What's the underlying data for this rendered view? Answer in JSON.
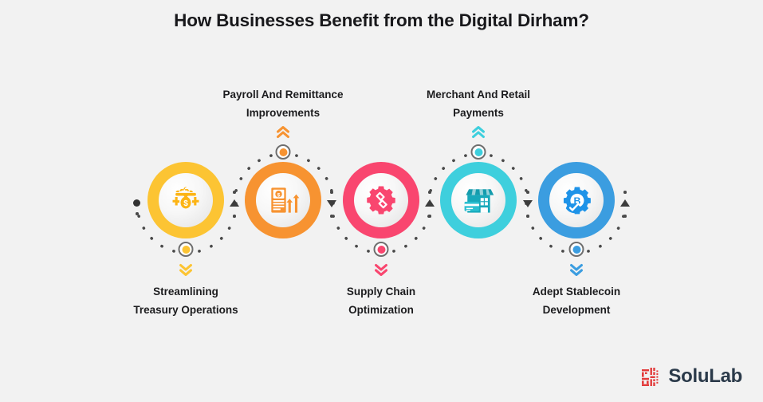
{
  "page": {
    "title": "How Businesses Benefit from the Digital Dirham?",
    "background_color": "#f2f2f2"
  },
  "nodes": [
    {
      "id": "streamlining-treasury-operations",
      "label_line1": "Streamlining",
      "label_line2": "Treasury Operations",
      "position": "bottom",
      "color": "#fcc433",
      "icon": "gear-money-bag-icon",
      "icon_alt": "gear with money bag dollar"
    },
    {
      "id": "payroll-and-remittance-improvements",
      "label_line1": "Payroll And Remittance",
      "label_line2": "Improvements",
      "position": "top",
      "color": "#f79331",
      "icon": "invoice-growth-arrows-icon",
      "icon_alt": "invoice document with dollar and rising arrows"
    },
    {
      "id": "supply-chain-optimization",
      "label_line1": "Supply Chain",
      "label_line2": "Optimization",
      "position": "bottom",
      "color": "#f9466f",
      "icon": "gear-chain-link-icon",
      "icon_alt": "gear with chain links"
    },
    {
      "id": "merchant-and-retail-payments",
      "label_line1": "Merchant And Retail",
      "label_line2": "Payments",
      "position": "top",
      "color": "#3ecfdd",
      "icon": "storefront-card-icon",
      "icon_alt": "shop storefront with credit card"
    },
    {
      "id": "adept-stablecoin-development",
      "label_line1": "Adept Stablecoin",
      "label_line2": "Development",
      "position": "bottom",
      "color": "#3b9de0",
      "icon": "gear-bitcoin-download-icon",
      "icon_alt": "gear with bitcoin symbol and download check"
    }
  ],
  "logo": {
    "text": "SoluLab",
    "mark_color": "#e23b3b",
    "text_color": "#2b3a4a",
    "mark_name": "solulab-pixel-mark"
  }
}
